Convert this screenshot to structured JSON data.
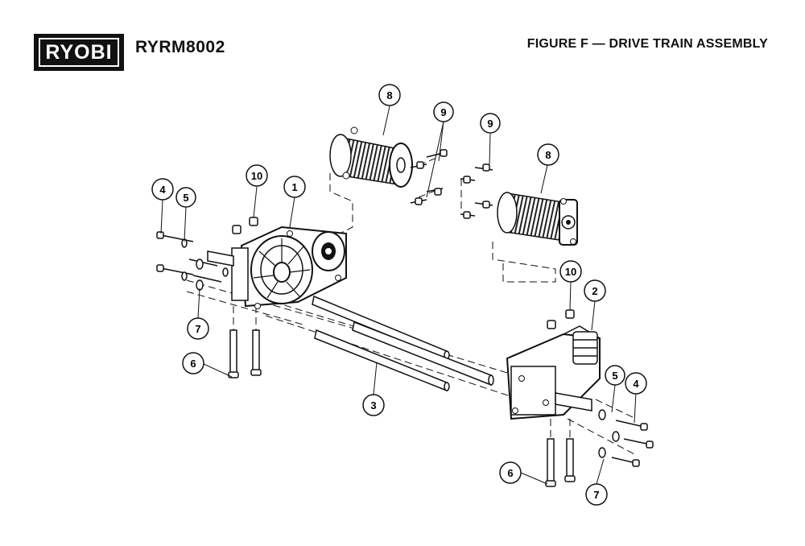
{
  "header": {
    "brand": "RYOBI",
    "model": "RYRM8002",
    "figure_title": "FIGURE F — DRIVE TRAIN ASSEMBLY"
  },
  "callouts": {
    "c1": "1",
    "c2": "2",
    "c3": "3",
    "c4a": "4",
    "c4b": "4",
    "c5a": "5",
    "c5b": "5",
    "c6a": "6",
    "c6b": "6",
    "c7a": "7",
    "c7b": "7",
    "c8a": "8",
    "c8b": "8",
    "c9a": "9",
    "c9b": "9",
    "c10a": "10",
    "c10b": "10"
  },
  "colors": {
    "ink": "#111111",
    "paper": "#ffffff",
    "shade": "#d8d8d8"
  }
}
